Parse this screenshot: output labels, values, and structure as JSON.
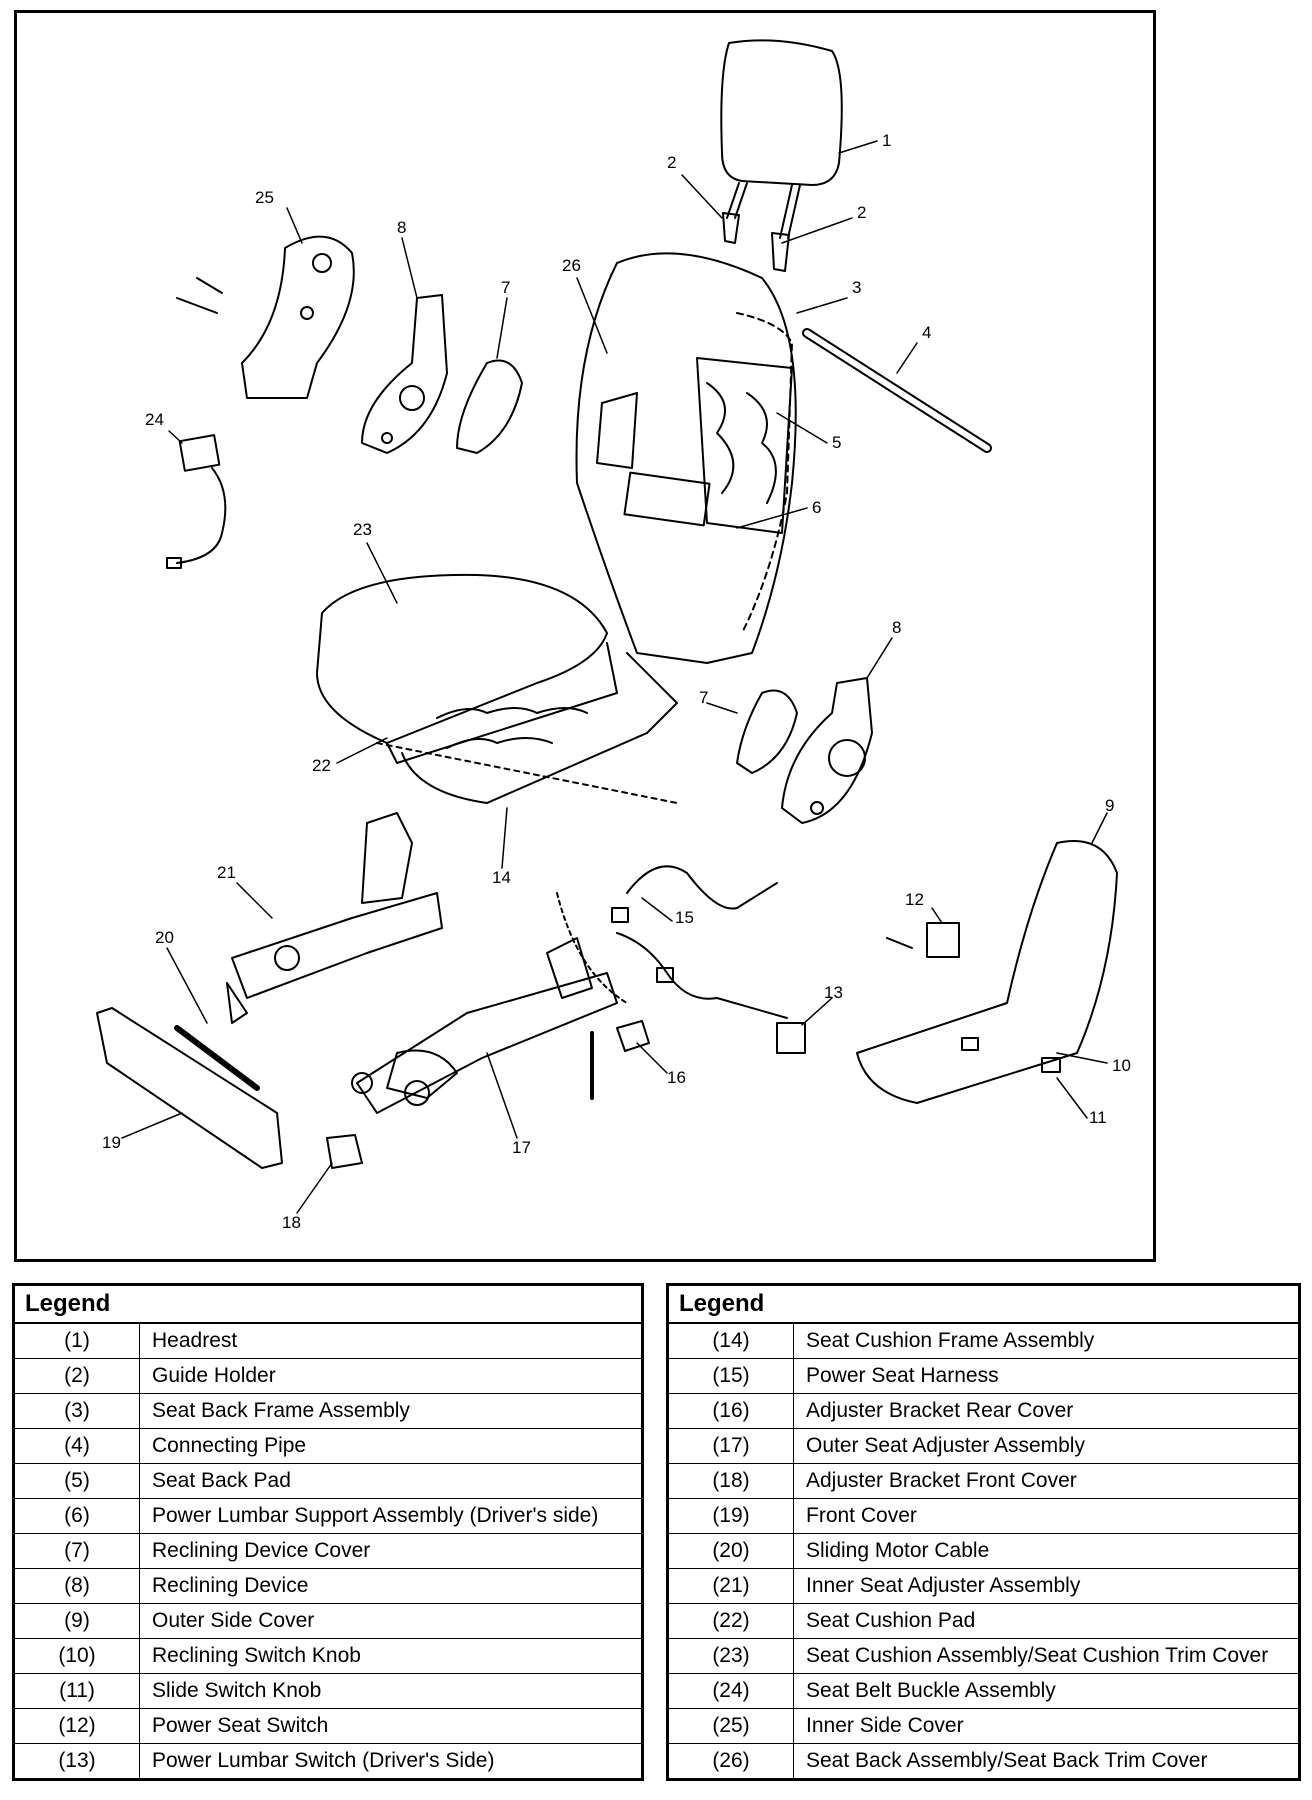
{
  "diagram": {
    "callouts": [
      "1",
      "2",
      "2",
      "3",
      "4",
      "5",
      "6",
      "7",
      "8",
      "25",
      "24",
      "26",
      "23",
      "22",
      "14",
      "21",
      "20",
      "19",
      "18",
      "17",
      "16",
      "15",
      "13",
      "12",
      "9",
      "10",
      "11",
      "8",
      "7"
    ]
  },
  "legend_left": {
    "title": "Legend",
    "rows": [
      {
        "num": "(1)",
        "label": "Headrest"
      },
      {
        "num": "(2)",
        "label": "Guide Holder"
      },
      {
        "num": "(3)",
        "label": "Seat Back Frame Assembly"
      },
      {
        "num": "(4)",
        "label": "Connecting Pipe"
      },
      {
        "num": "(5)",
        "label": "Seat Back Pad"
      },
      {
        "num": "(6)",
        "label": "Power Lumbar Support Assembly (Driver's side)"
      },
      {
        "num": "(7)",
        "label": "Reclining Device Cover"
      },
      {
        "num": "(8)",
        "label": "Reclining Device"
      },
      {
        "num": "(9)",
        "label": "Outer Side Cover"
      },
      {
        "num": "(10)",
        "label": "Reclining Switch Knob"
      },
      {
        "num": "(11)",
        "label": "Slide Switch Knob"
      },
      {
        "num": "(12)",
        "label": "Power Seat Switch"
      },
      {
        "num": "(13)",
        "label": "Power Lumbar Switch (Driver's Side)"
      }
    ]
  },
  "legend_right": {
    "title": "Legend",
    "rows": [
      {
        "num": "(14)",
        "label": "Seat Cushion Frame Assembly"
      },
      {
        "num": "(15)",
        "label": "Power Seat Harness"
      },
      {
        "num": "(16)",
        "label": "Adjuster Bracket Rear Cover"
      },
      {
        "num": "(17)",
        "label": "Outer Seat Adjuster Assembly"
      },
      {
        "num": "(18)",
        "label": "Adjuster Bracket Front Cover"
      },
      {
        "num": "(19)",
        "label": "Front Cover"
      },
      {
        "num": "(20)",
        "label": "Sliding Motor Cable"
      },
      {
        "num": "(21)",
        "label": "Inner Seat Adjuster Assembly"
      },
      {
        "num": "(22)",
        "label": "Seat Cushion Pad"
      },
      {
        "num": "(23)",
        "label": "Seat Cushion Assembly/Seat Cushion Trim Cover"
      },
      {
        "num": "(24)",
        "label": "Seat Belt Buckle Assembly"
      },
      {
        "num": "(25)",
        "label": "Inner Side Cover"
      },
      {
        "num": "(26)",
        "label": "Seat Back Assembly/Seat Back Trim Cover"
      }
    ]
  }
}
